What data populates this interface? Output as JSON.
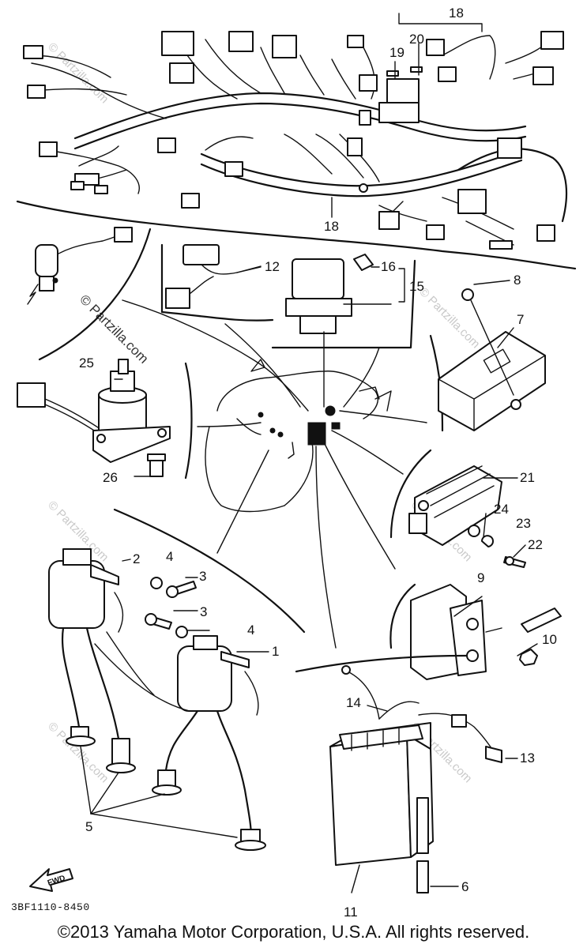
{
  "diagram": {
    "part_code": "3BF1110-8450",
    "direction_label": "FWD",
    "watermark": "© Partzilla.com",
    "callouts": [
      "1",
      "2",
      "3",
      "3",
      "4",
      "4",
      "5",
      "6",
      "7",
      "8",
      "9",
      "10",
      "11",
      "12",
      "13",
      "14",
      "15",
      "16",
      "18",
      "18",
      "19",
      "20",
      "21",
      "22",
      "23",
      "24",
      "25",
      "26"
    ]
  },
  "footer": {
    "copyright": "©2013 Yamaha Motor Corporation, U.S.A. All rights reserved."
  }
}
